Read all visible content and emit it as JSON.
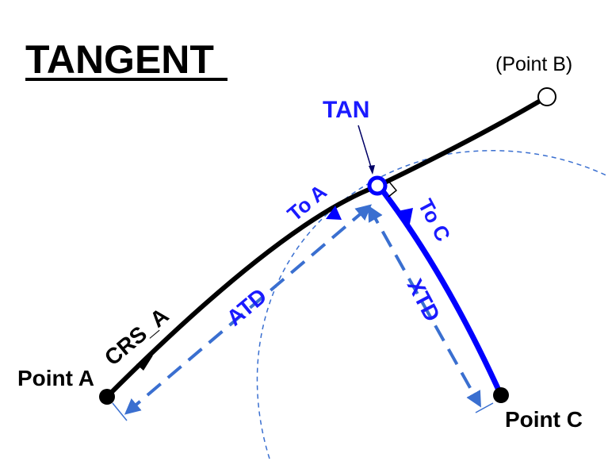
{
  "title": "TANGENT",
  "labels": {
    "point_b": "(Point B)",
    "tan": "TAN",
    "to_a": "To A",
    "to_c": "To C",
    "atd": "ATD",
    "xtd": "XTD",
    "crs_a": "CRS_A",
    "point_a": "Point A",
    "point_c": "Point C"
  },
  "colors": {
    "path": "#000000",
    "accent": "#0000ff",
    "dashed": "#3a6fd0"
  }
}
